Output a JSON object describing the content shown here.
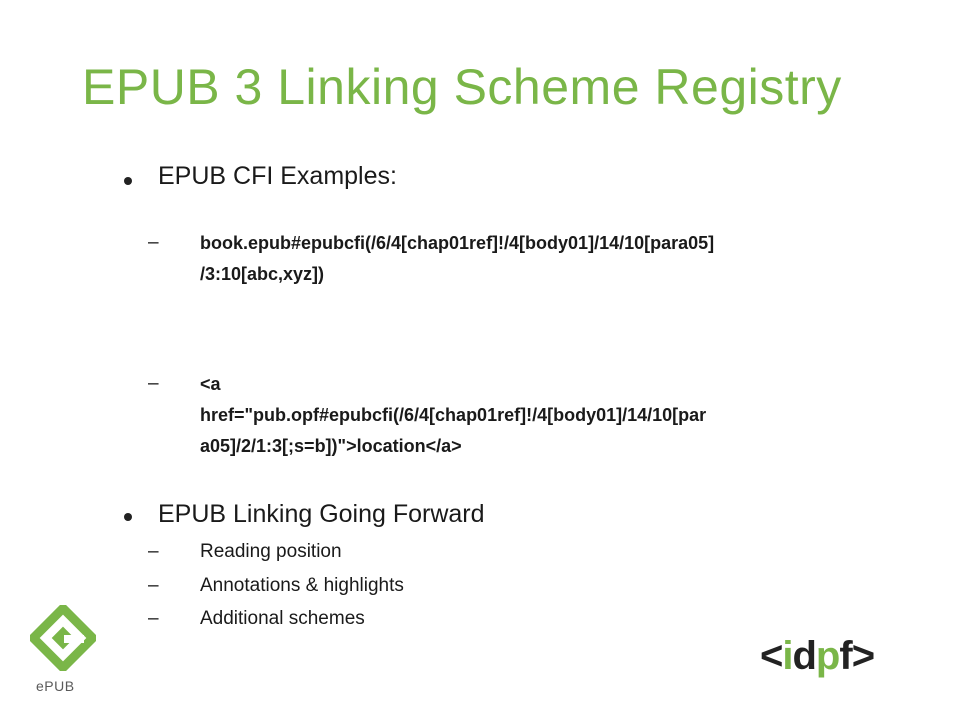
{
  "slide": {
    "title": "EPUB 3 Linking Scheme Registry",
    "bullets": [
      {
        "text": "EPUB CFI Examples:",
        "sub": [
          {
            "line1": "book.epub#epubcfi(/6/4[chap01ref]!/4[body01]/14/10[para05]",
            "line2": "/3:10[abc,xyz])"
          },
          {
            "line1": "<a",
            "line2": "href=\"pub.opf#epubcfi(/6/4[chap01ref]!/4[body01]/14/10[par",
            "line3": "a05]/2/1:3[;s=b])\">location</a>"
          }
        ]
      },
      {
        "text": "EPUB Linking Going Forward",
        "sub": [
          {
            "text": "Reading position"
          },
          {
            "text": "Annotations & highlights"
          },
          {
            "text": "Additional schemes"
          }
        ]
      }
    ]
  },
  "logos": {
    "epub_label": "ePUB",
    "idpf_left": "<",
    "idpf_i": "i",
    "idpf_d": "d",
    "idpf_p": "p",
    "idpf_f": "f",
    "idpf_right": ">"
  },
  "colors": {
    "accent": "#7ab648",
    "text": "#1a1a1a"
  }
}
